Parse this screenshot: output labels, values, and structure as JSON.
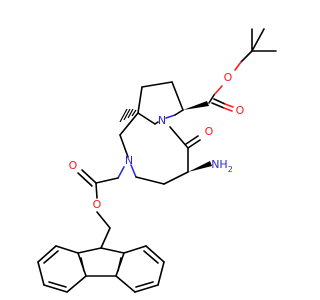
{
  "atoms": {
    "O1": "O",
    "O2": "O",
    "O3": "O",
    "O4": "O",
    "O5": "O",
    "N1": "N",
    "N2": "N",
    "NH2": "NH",
    "NH2_sub": "2"
  },
  "colors": {
    "bond": "#000000",
    "oxygen": "#ff1a1a",
    "nitrogen": "#2b2bd6",
    "background": "#ffffff"
  }
}
